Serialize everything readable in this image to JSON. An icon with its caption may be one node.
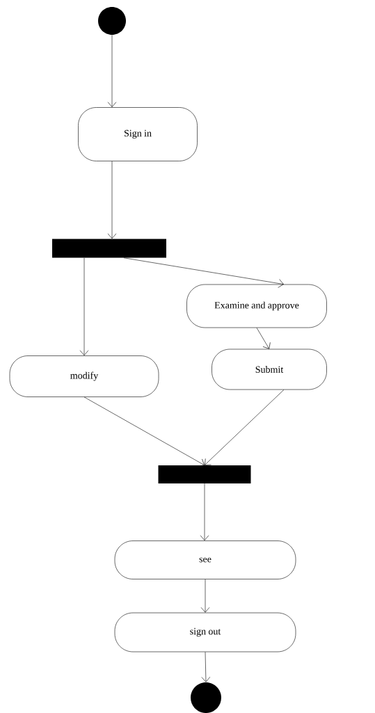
{
  "diagram": {
    "nodes": [
      {
        "text": [],
        "shape": "circle"
      },
      {
        "text": [
          "Sign in"
        ]
      },
      {
        "text": [],
        "shape": "bar"
      },
      {
        "text": [
          "Examine and approve"
        ]
      },
      {
        "text": [
          "modify"
        ]
      },
      {
        "text": [
          "Submit"
        ]
      },
      {
        "text": [],
        "shape": "bar"
      },
      {
        "text": [
          "see"
        ]
      },
      {
        "text": [
          "sign out"
        ]
      },
      {
        "text": [],
        "shape": "circle"
      }
    ],
    "edges": [
      {
        "from": 0,
        "to": 1,
        "arrow": "to"
      },
      {
        "from": 1,
        "to": 2,
        "arrow": "to"
      },
      {
        "from": 2,
        "to": 4,
        "arrow": "to"
      },
      {
        "from": 2,
        "to": 3,
        "arrow": "to"
      },
      {
        "from": 3,
        "to": 5,
        "arrow": "to"
      },
      {
        "from": 4,
        "to": 6,
        "arrow": "to"
      },
      {
        "from": 5,
        "to": 6,
        "arrow": "to"
      },
      {
        "from": 6,
        "to": 7,
        "arrow": "to"
      },
      {
        "from": 7,
        "to": 8,
        "arrow": "to"
      },
      {
        "from": 8,
        "to": 9,
        "arrow": "to"
      }
    ]
  }
}
